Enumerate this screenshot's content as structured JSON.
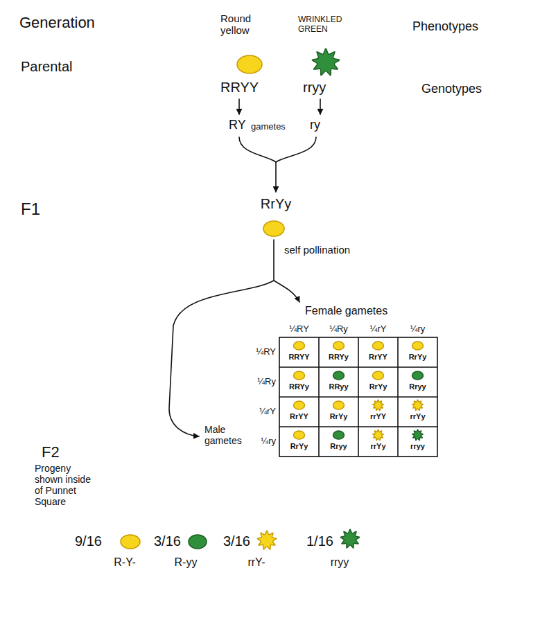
{
  "diagram": {
    "labels": [
      "Generation",
      "Round yellow",
      "WRINKLED GREEN",
      "Phenotypes",
      "Parental",
      "RRYY",
      "rryy",
      "Genotypes",
      "RY",
      "gametes",
      "ry",
      "F1",
      "RrYy",
      "self pollination",
      "Female gametes",
      "¼RY",
      "¼Ry",
      "¼rY",
      "¼ry",
      "¼RY",
      "RRYY",
      "RRYy",
      "RrYY",
      "RrYy",
      "¼Ry",
      "RRYy",
      "RRyy",
      "RrYy",
      "Rryy",
      "¼rY",
      "RrYY",
      "RrYy",
      "rrYY",
      "rrYy",
      "¼ry",
      "RrYy",
      "Rryy",
      "rrYy",
      "rryy",
      "Male gametes",
      "F2",
      "Progeny shown inside of Punnet Square",
      "9/16",
      "3/16",
      "3/16",
      "1/16",
      "R-Y-",
      "R-yy",
      "rrY-",
      "rryy"
    ]
  }
}
